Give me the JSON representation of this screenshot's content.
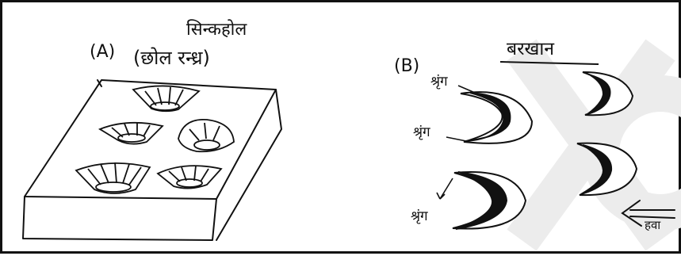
{
  "panel_a": {
    "label": "(A)",
    "title_top": "सिन्कहोल",
    "title_sub": "(छोल रन्ध्र)"
  },
  "panel_b": {
    "label": "(B)",
    "title": "बरखान",
    "horn_label_1": "श्रृंग",
    "horn_label_2": "श्रृंग",
    "horn_label_3": "श्रृंग",
    "wind_label": "हवा"
  },
  "colors": {
    "ink": "#111111",
    "watermark": "#ececec"
  }
}
